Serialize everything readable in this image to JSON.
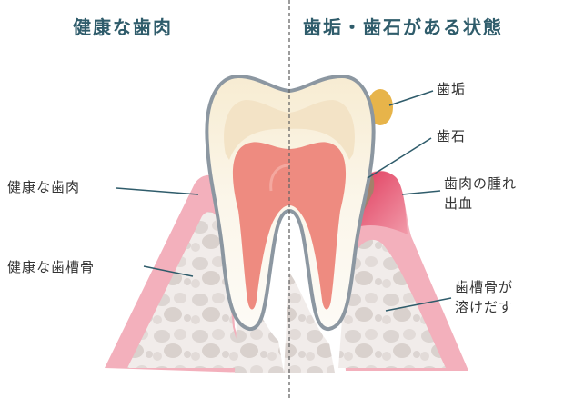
{
  "titles": {
    "healthy": "健康な歯肉",
    "diseased": "歯垢・歯石がある状態"
  },
  "labels": {
    "left_gum": "健康な歯肉",
    "left_bone": "健康な歯槽骨",
    "plaque": "歯垢",
    "tartar": "歯石",
    "gum_swelling_line1": "歯肉の腫れ",
    "gum_swelling_line2": "出血",
    "bone_dissolve_line1": "歯槽骨が",
    "bone_dissolve_line2": "溶けだす"
  },
  "colors": {
    "title": "#2f5c6b",
    "gum": "#f2a9b6",
    "gum_inflamed": "#d93a5c",
    "bone": "#eeeae7",
    "enamel": "#fbf6e9",
    "pulp": "#ee8b80",
    "plaque": "#e7b44a",
    "tartar": "#a8836f"
  }
}
